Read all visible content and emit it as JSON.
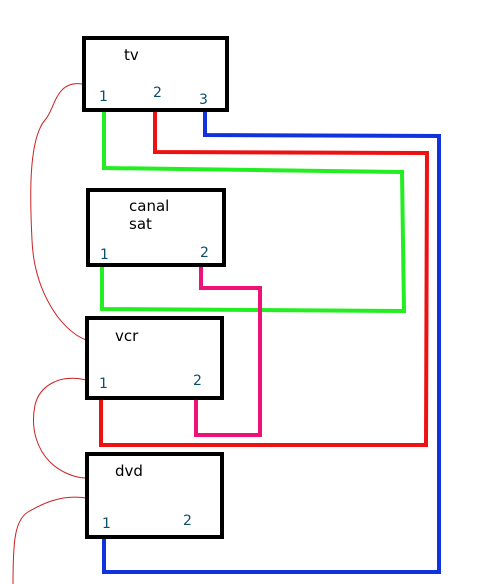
{
  "devices": {
    "tv": {
      "label": "tv",
      "ports": [
        "1",
        "2",
        "3"
      ]
    },
    "canal_sat": {
      "label": "canal\nsat",
      "ports": [
        "1",
        "2"
      ]
    },
    "vcr": {
      "label": "vcr",
      "ports": [
        "1",
        "2"
      ]
    },
    "dvd": {
      "label": "dvd",
      "ports": [
        "1",
        "2"
      ]
    }
  },
  "colors": {
    "green": "#22ee22",
    "red": "#ee1111",
    "blue": "#1133dd",
    "magenta": "#ee1177",
    "thin_red": "#cc2222",
    "box_border": "#000000",
    "port_text": "#0b4f6c"
  }
}
